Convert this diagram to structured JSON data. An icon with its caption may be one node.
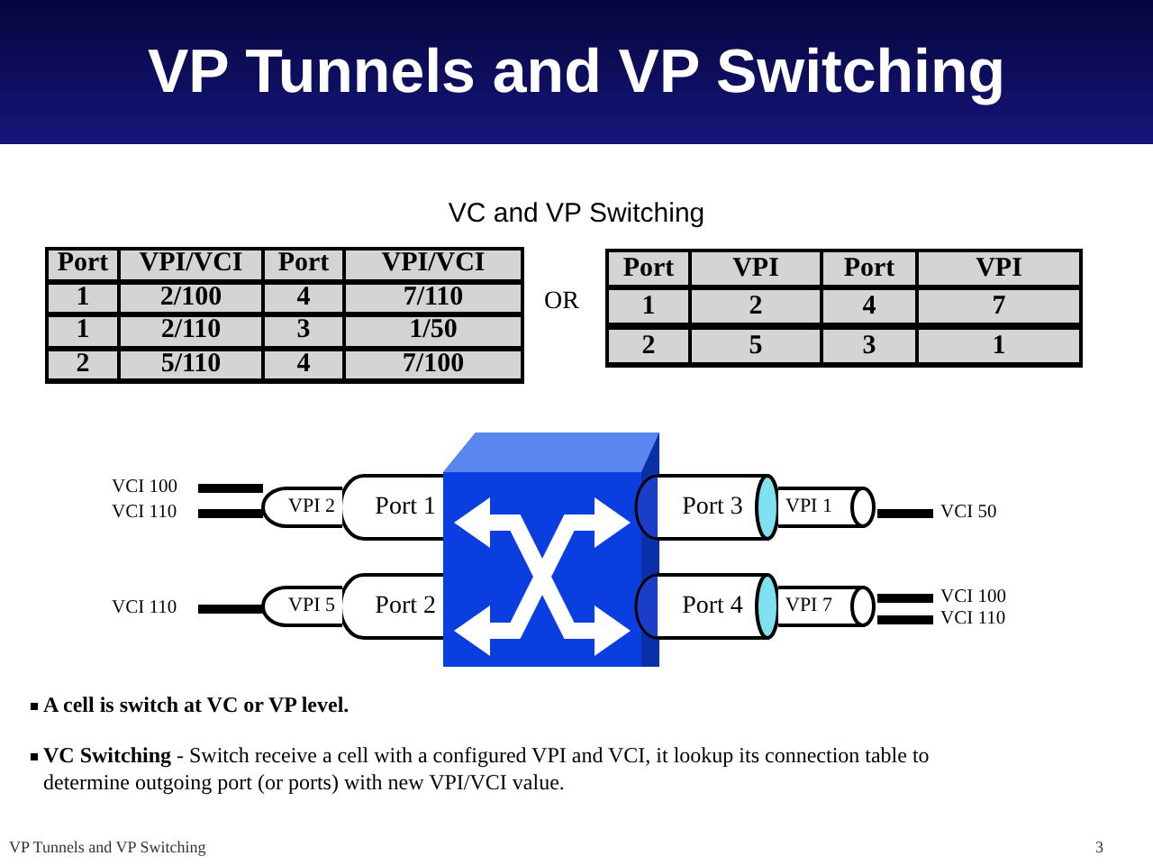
{
  "diagram": {
    "title": "VP Tunnels and VP Switching",
    "nodes": [
      {
        "text": [],
        "shape": "picture"
      },
      {
        "text": [
          "Port 1"
        ]
      },
      {
        "text": [
          "Port 2"
        ]
      },
      {
        "text": [
          "Port 3"
        ]
      },
      {
        "text": [
          "Port 4"
        ]
      },
      {
        "text": [
          "VPI 2"
        ]
      },
      {
        "text": [
          "VPI 5"
        ]
      },
      {
        "text": [
          "VPI 1"
        ]
      },
      {
        "text": [
          "VPI 7"
        ]
      },
      {
        "text": [
          "VCI 100"
        ]
      },
      {
        "text": [
          "VCI 110"
        ]
      },
      {
        "text": [
          "VCI 110"
        ]
      },
      {
        "text": [
          "VCI 50"
        ]
      },
      {
        "text": [
          "VCI 100"
        ]
      },
      {
        "text": [
          "VCI 110"
        ]
      }
    ],
    "edges": [
      {
        "from": 9,
        "to": 5,
        "arrow": "none"
      },
      {
        "from": 10,
        "to": 5,
        "arrow": "none"
      },
      {
        "from": 11,
        "to": 6,
        "arrow": "none"
      },
      {
        "from": 7,
        "to": 12,
        "arrow": "none"
      },
      {
        "from": 8,
        "to": 13,
        "arrow": "none"
      },
      {
        "from": 8,
        "to": 14,
        "arrow": "none"
      }
    ],
    "labels": [
      "VC and VP Switching",
      "Port",
      "VPI/VCI",
      "Port",
      "VPI/VCI",
      "1",
      "2/100",
      "4",
      "7/110",
      "1",
      "2/110",
      "3",
      "1/50",
      "2",
      "5/110",
      "4",
      "7/100",
      "OR",
      "Port",
      "VPI",
      "Port",
      "VPI",
      "1",
      "2",
      "4",
      "7",
      "2",
      "5",
      "3",
      "1",
      "A cell is switch at VC or VP level.",
      "**VC Switching** - Switch receive a cell with a configured VPI and VCI, it lookup its connection table to determine outgoing port (or ports) with new VPI/VCI value.",
      "VP Tunnels and VP Switching",
      "3"
    ]
  }
}
